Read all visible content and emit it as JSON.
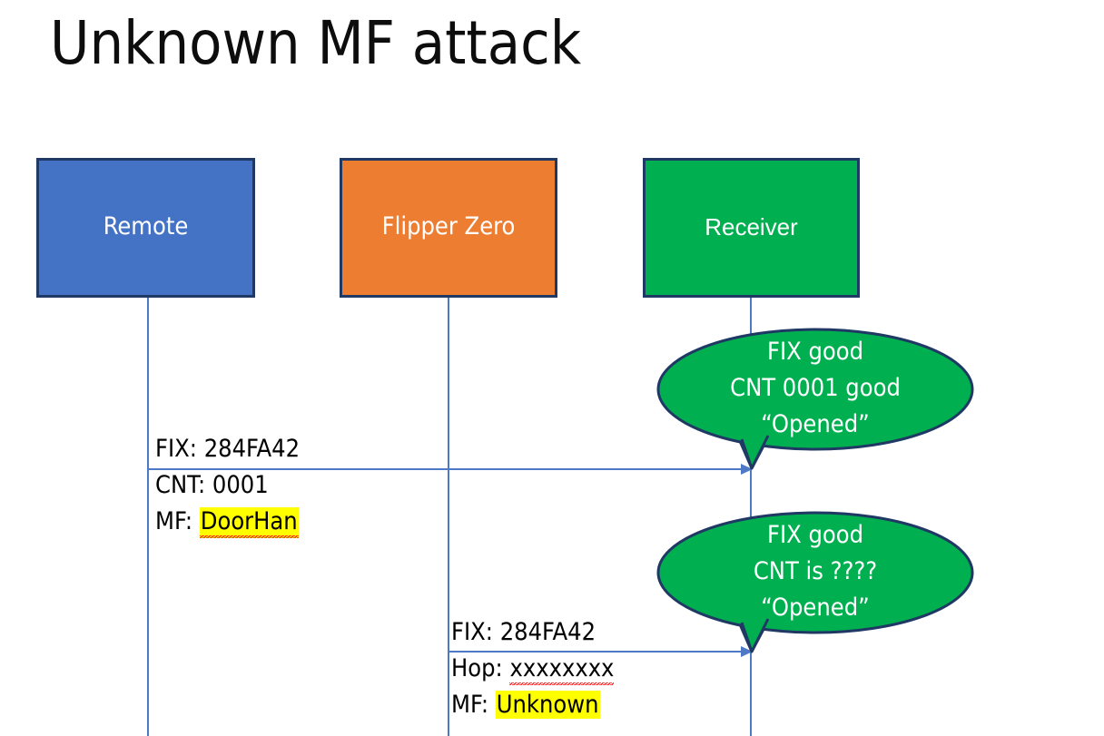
{
  "slide": {
    "title": "Unknown MF attack",
    "background": "#ffffff"
  },
  "colors": {
    "remote_fill": "#4472C4",
    "flipper_fill": "#ED7D31",
    "receiver_fill": "#00B050",
    "box_border": "#1F3864",
    "line": "#4E79C4",
    "highlight": "#FFFF00",
    "spellcheck_underline": "#FF0000",
    "callout_fill": "#00B050",
    "callout_border": "#1F3864",
    "text_dark": "#000000",
    "text_light": "#FFFFFF"
  },
  "actors": [
    {
      "id": "remote",
      "label": "Remote"
    },
    {
      "id": "flipper",
      "label": "Flipper Zero"
    },
    {
      "id": "receiver",
      "label": "Receiver"
    }
  ],
  "messages": [
    {
      "id": "msg1",
      "from": "remote",
      "to": "receiver",
      "lines": [
        {
          "label": "FIX:",
          "value": "284FA42",
          "highlighted": false,
          "spellcheck_error": false
        },
        {
          "label": "CNT:",
          "value": "0001",
          "highlighted": false,
          "spellcheck_error": false
        },
        {
          "label": "MF:",
          "value": "DoorHan",
          "highlighted": true,
          "spellcheck_error": true
        }
      ]
    },
    {
      "id": "msg2",
      "from": "flipper",
      "to": "receiver",
      "lines": [
        {
          "label": "FIX:",
          "value": "284FA42",
          "highlighted": false,
          "spellcheck_error": false
        },
        {
          "label": "Hop:",
          "value": "xxxxxxxx",
          "highlighted": false,
          "spellcheck_error": true
        },
        {
          "label": "MF:",
          "value": "Unknown",
          "highlighted": true,
          "spellcheck_error": false
        }
      ]
    }
  ],
  "callouts": [
    {
      "id": "callout1",
      "lines": [
        "FIX good",
        "CNT 0001 good",
        "“Opened”"
      ]
    },
    {
      "id": "callout2",
      "lines": [
        "FIX good",
        "CNT is ????",
        "“Opened”"
      ]
    }
  ]
}
